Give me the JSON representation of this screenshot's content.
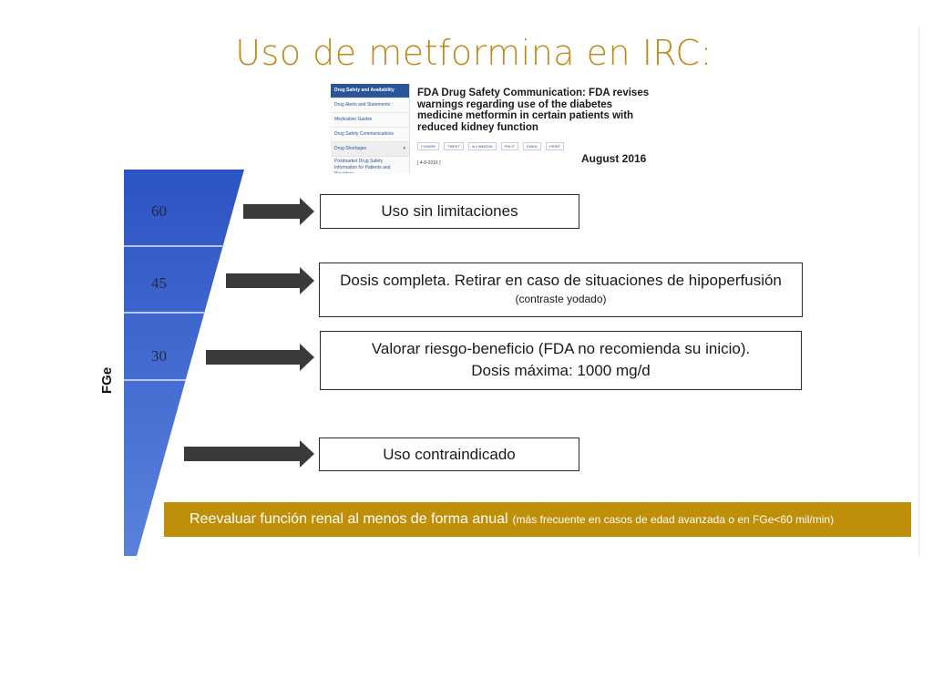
{
  "slide": {
    "title": "Uso de metformina en IRC:",
    "colors": {
      "title": "#c08a18",
      "wedge_top": "#2c53c3",
      "wedge_bottom": "#5a82dc",
      "banner": "#bf8f09",
      "arrow": "#3a3a3a"
    }
  },
  "fda": {
    "sidebar": [
      "Drug Safety and Availability",
      "Drug Alerts and Statements",
      "Medication Guides",
      "Drug Safety Communications",
      "Drug Shortages",
      "Postmarket Drug Safety Information for Patients and Providers"
    ],
    "headline": "FDA Drug Safety Communication: FDA revises warnings regarding use of the diabetes medicine metformin in certain patients with reduced kidney function",
    "share": [
      "f SHARE",
      "TWEET",
      "in LINKEDIN",
      "PIN IT",
      "EMAIL",
      "PRINT"
    ],
    "date": "[ 4-8-2016 ]",
    "month": "August 2016"
  },
  "diagram": {
    "axis_label": "FGe",
    "thresholds": [
      {
        "value": "60",
        "main": "Uso sin limitaciones",
        "sub": ""
      },
      {
        "value": "45",
        "main": "Dosis completa. Retirar en caso de situaciones de hipoperfusión",
        "sub": "(contraste yodado)"
      },
      {
        "value": "30",
        "main": "Valorar riesgo-beneficio (FDA no recomienda su inicio).",
        "sub": "Dosis máxima: 1000 mg/d"
      },
      {
        "value": "",
        "main": "Uso contraindicado",
        "sub": ""
      }
    ],
    "banner_main": "Reevaluar función renal al menos de forma anual",
    "banner_note": "(más frecuente en casos de edad avanzada o en FGe<60 mil/min)"
  }
}
